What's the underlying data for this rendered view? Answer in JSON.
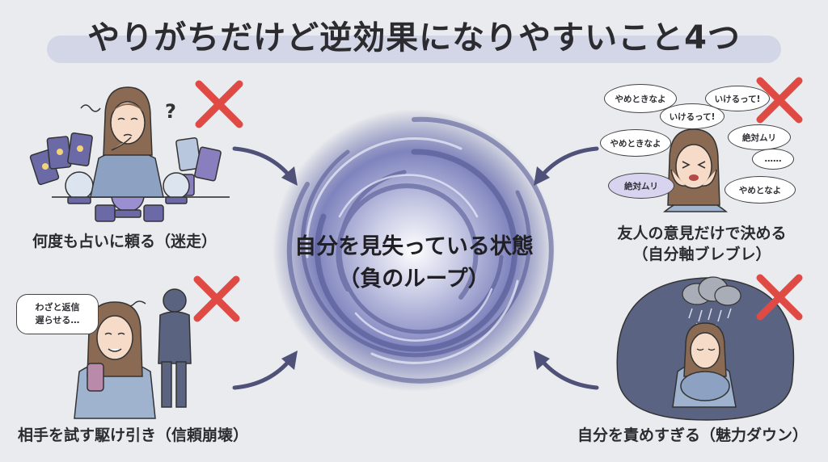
{
  "title": "やりがちだけど逆効果になりやすいこと4つ",
  "center": {
    "line1": "自分を見失っている状態",
    "line2": "（負のループ）"
  },
  "items": [
    {
      "caption": "何度も占いに頼る（迷走）"
    },
    {
      "caption_line1": "友人の意見だけで決める",
      "caption_line2": "（自分軸ブレブレ）"
    },
    {
      "caption": "相手を試す駆け引き（信頼崩壊）"
    },
    {
      "caption": "自分を責めすぎる（魅力ダウン）"
    }
  ],
  "bubbles": {
    "friends": [
      "やめときなよ",
      "いけるって!",
      "いけるって!",
      "やめときなよ",
      "絶対ムリ",
      "……",
      "絶対ムリ",
      "やめとなよ"
    ],
    "test_line1": "わざと返信",
    "test_line2": "遅らせる…"
  },
  "icons": {
    "confused": "?",
    "question": "?"
  },
  "colors": {
    "accent_red": "#e04a45",
    "arrow": "#4f5178",
    "vortex": "#7378b8",
    "title_band": "#d3d6e6",
    "background": "#e9ebee"
  }
}
